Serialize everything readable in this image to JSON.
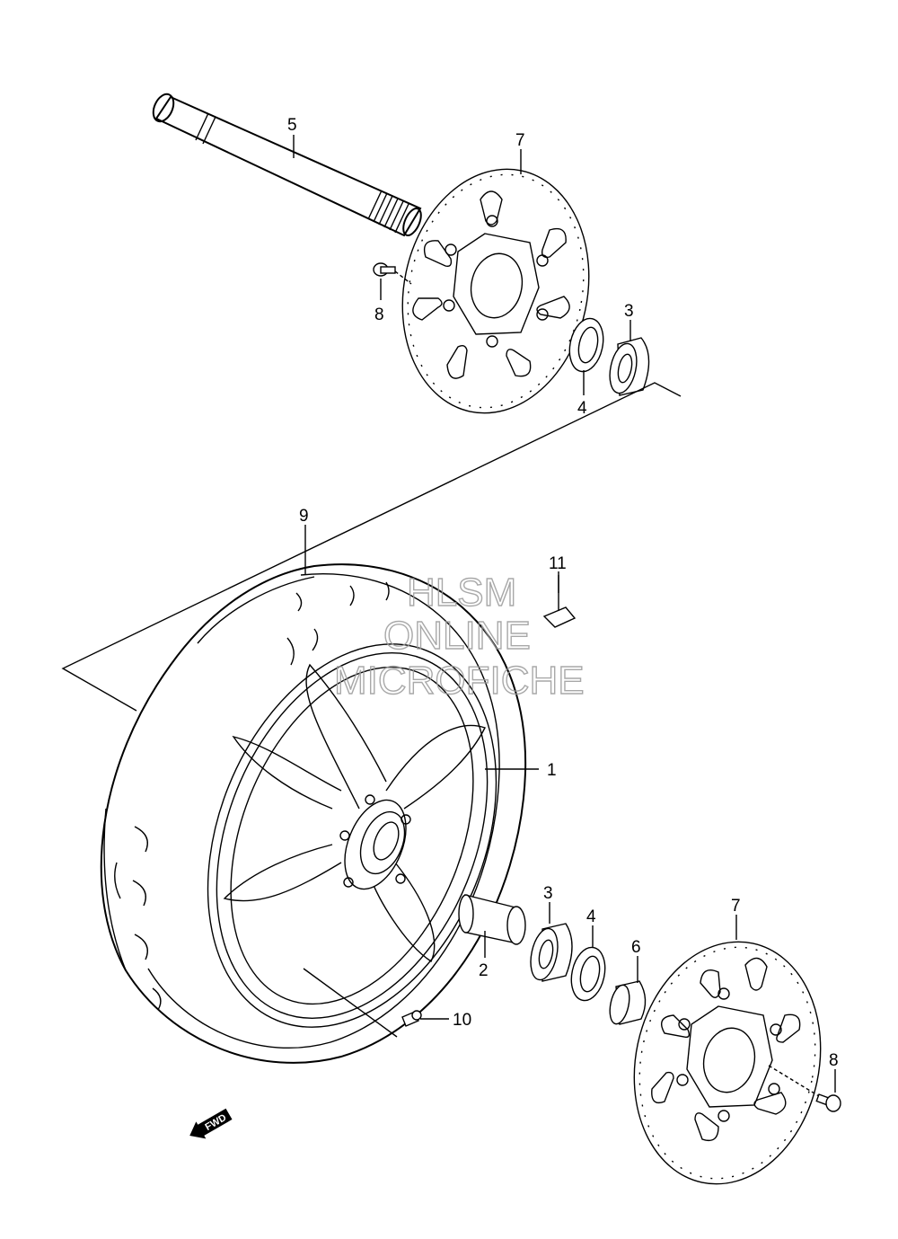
{
  "watermark": {
    "line1": "HLSM",
    "line2": "ONLINE",
    "line3": "MICROFICHE"
  },
  "direction_badge": "FWD",
  "callouts": [
    {
      "id": "c5",
      "text": "5"
    },
    {
      "id": "c7a",
      "text": "7"
    },
    {
      "id": "c8a",
      "text": "8"
    },
    {
      "id": "c3a",
      "text": "3"
    },
    {
      "id": "c4a",
      "text": "4"
    },
    {
      "id": "c9",
      "text": "9"
    },
    {
      "id": "c11",
      "text": "11"
    },
    {
      "id": "c1",
      "text": "1"
    },
    {
      "id": "c2",
      "text": "2"
    },
    {
      "id": "c3b",
      "text": "3"
    },
    {
      "id": "c4b",
      "text": "4"
    },
    {
      "id": "c6",
      "text": "6"
    },
    {
      "id": "c7b",
      "text": "7"
    },
    {
      "id": "c8b",
      "text": "8"
    },
    {
      "id": "c10",
      "text": "10"
    }
  ]
}
